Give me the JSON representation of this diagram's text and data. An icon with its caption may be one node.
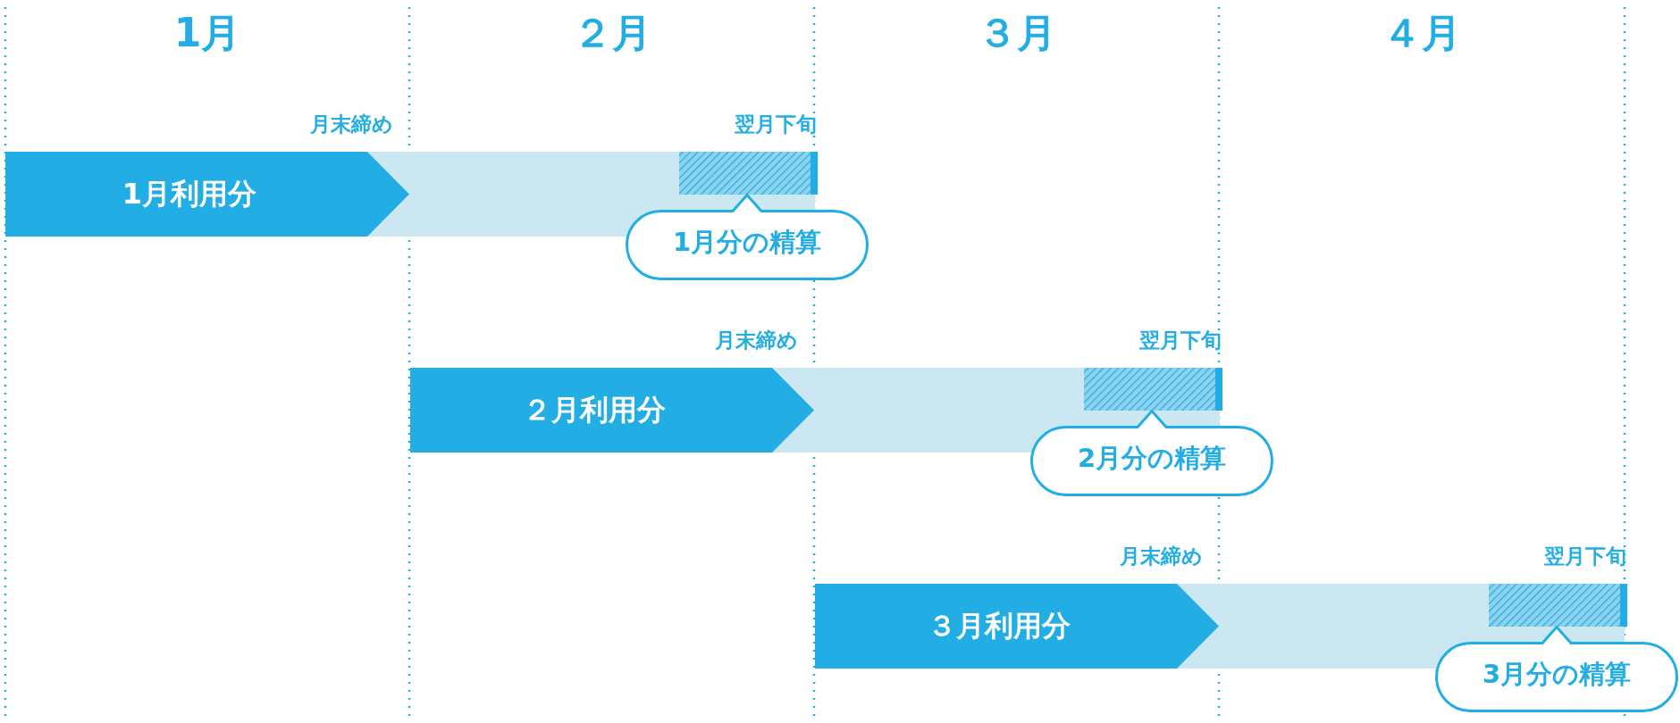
{
  "diagram": {
    "nodes": [
      {
        "text": [
          "1月利用分"
        ]
      },
      {
        "text": [
          "1月分の精算"
        ]
      },
      {
        "text": [
          "２月利用分"
        ]
      },
      {
        "text": [
          "2月分の精算"
        ]
      },
      {
        "text": [
          "３月利用分"
        ]
      },
      {
        "text": [
          "3月分の精算"
        ]
      }
    ],
    "labels": [
      "1月",
      "２月",
      "３月",
      "４月",
      "月末締め",
      "翌月下旬",
      "月末締め",
      "翌月下旬",
      "月末締め",
      "翌月下旬"
    ]
  }
}
